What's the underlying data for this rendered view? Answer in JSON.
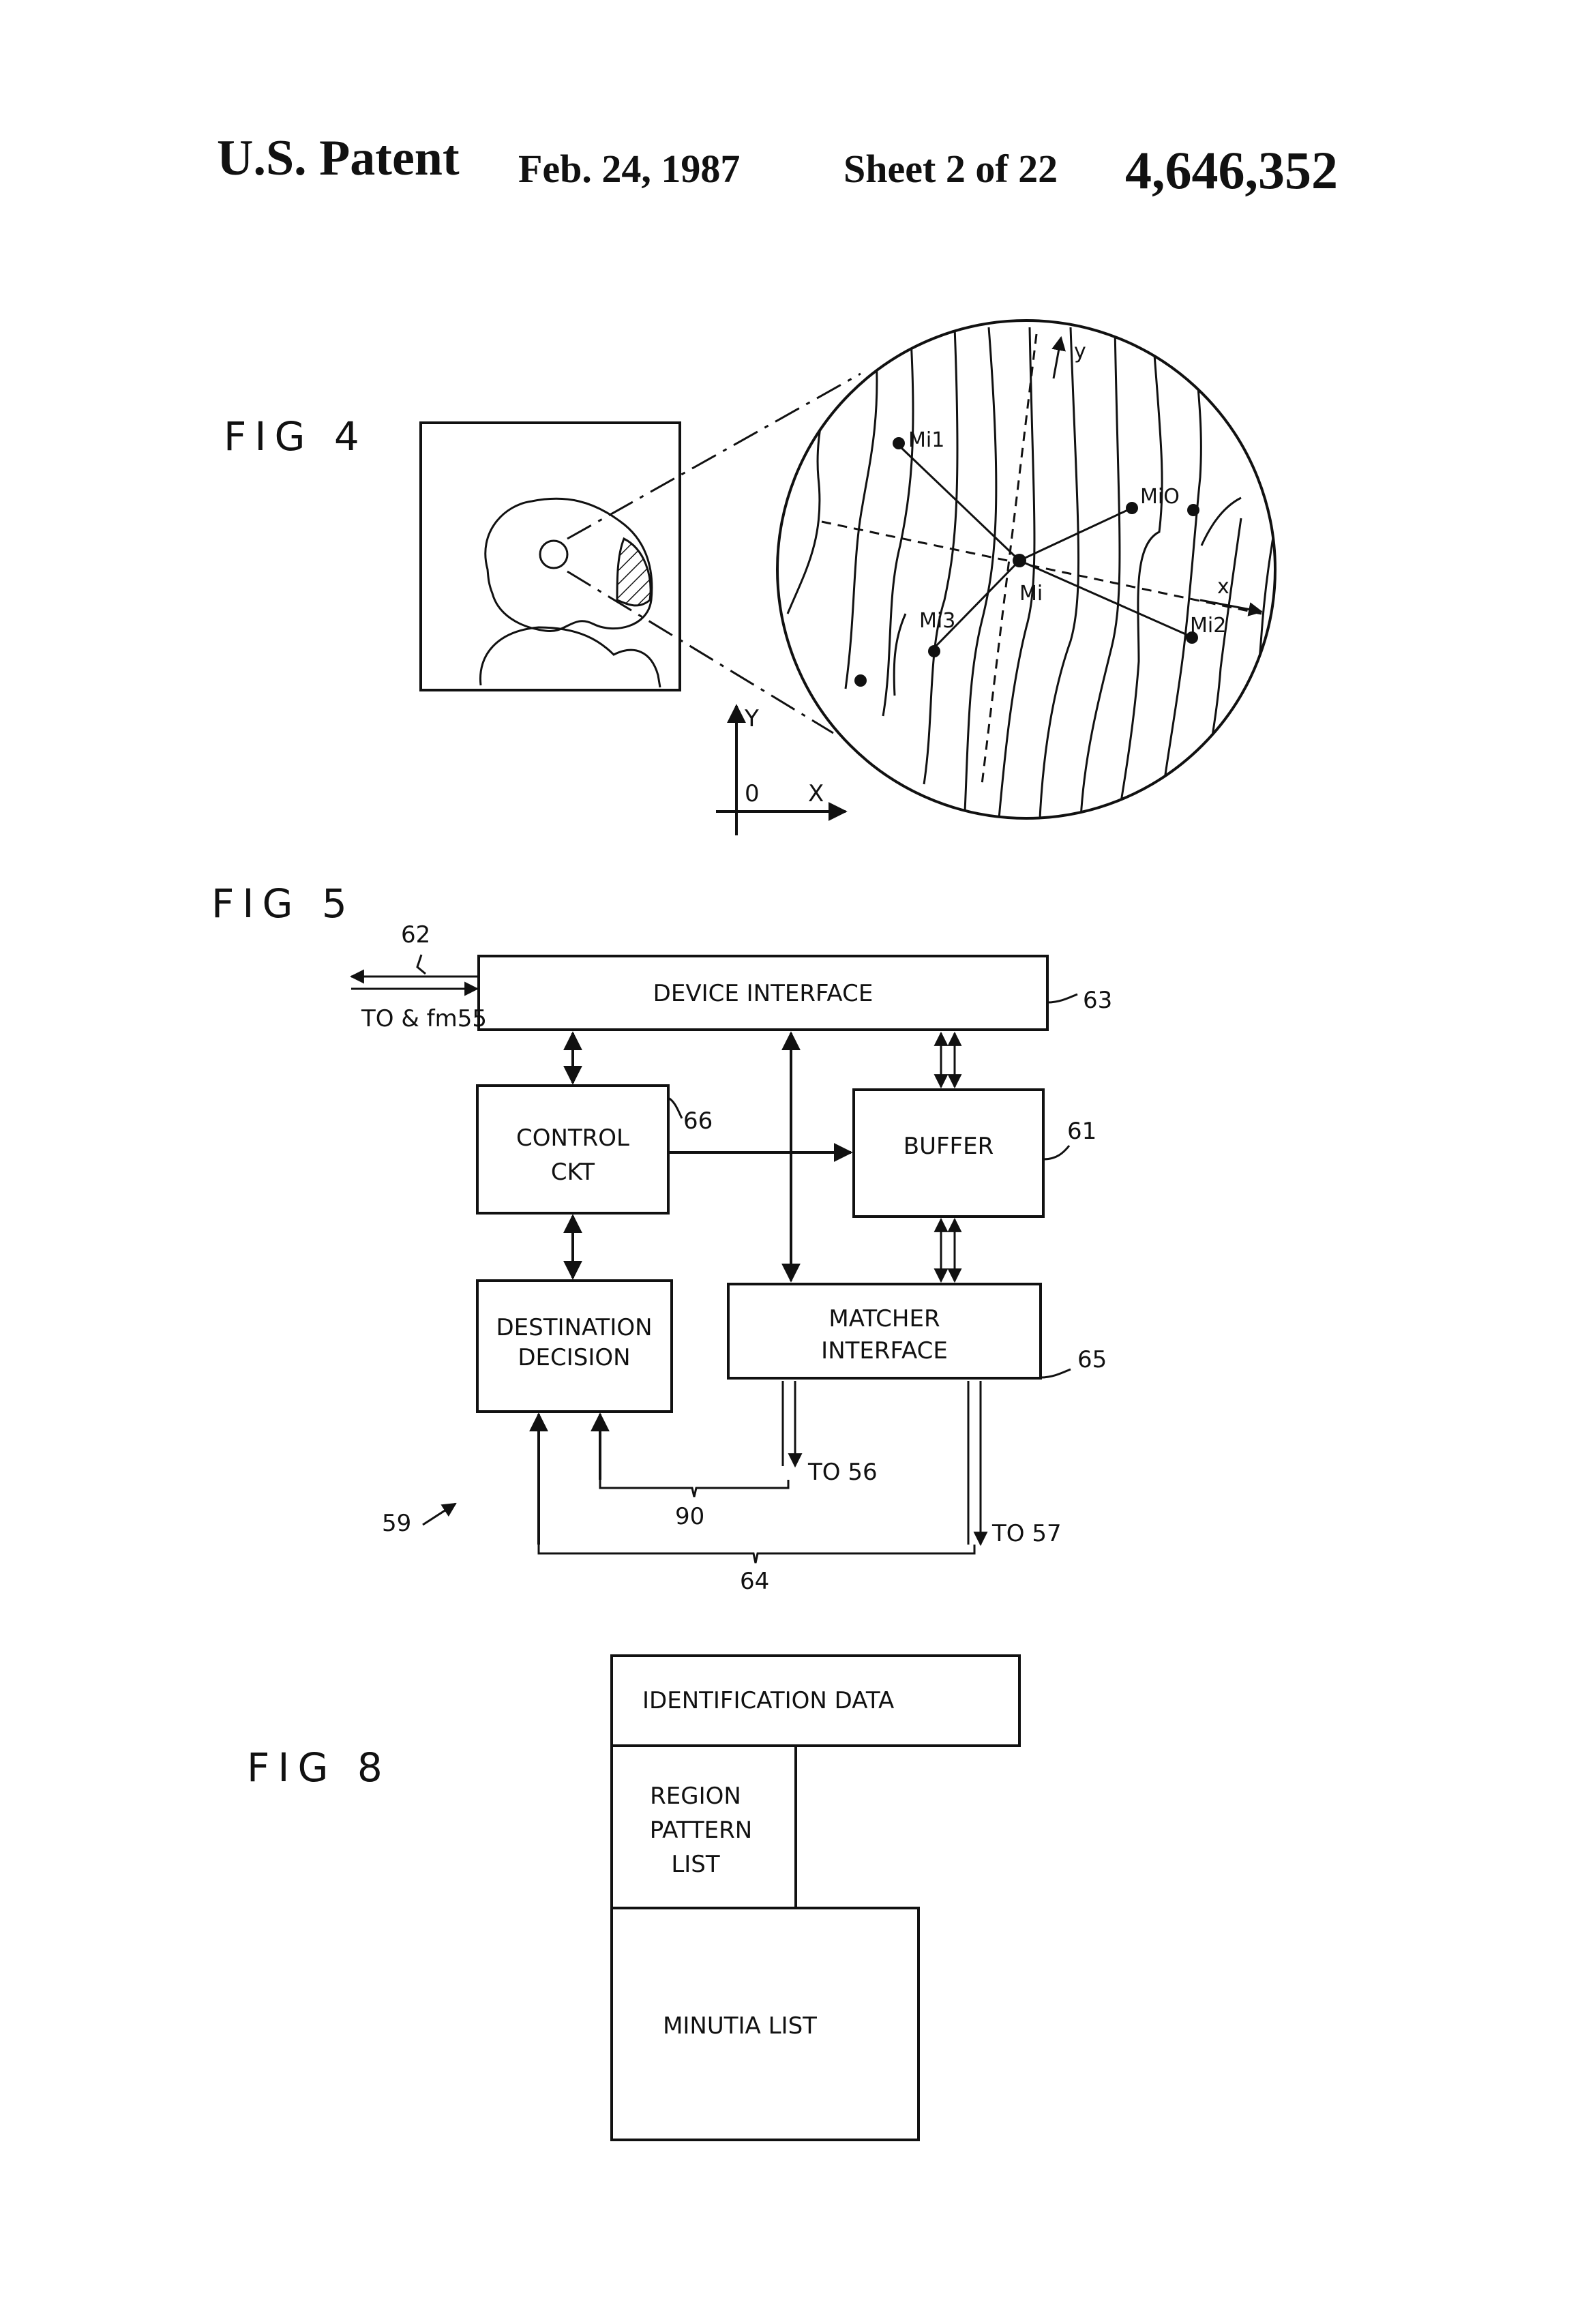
{
  "header": {
    "patent_label": "U.S. Patent",
    "date": "Feb. 24, 1987",
    "sheet": "Sheet 2 of 22",
    "number": "4,646,352"
  },
  "fig4": {
    "title": "FIG 4",
    "minutiae": [
      "Mi1",
      "MiO",
      "Mi",
      "Mi3",
      "Mi2"
    ],
    "axis_lower_y": "y",
    "axis_lower_x": "x",
    "axis_upper_y": "Y",
    "axis_upper_x": "X",
    "origin": "0"
  },
  "fig5": {
    "title": "FIG 5",
    "blocks": {
      "device_interface": "DEVICE  INTERFACE",
      "control_line1": "CONTROL",
      "control_line2": "CKT",
      "buffer": "BUFFER",
      "destination_line1": "DESTINATION",
      "destination_line2": "DECISION",
      "matcher_line1": "MATCHER",
      "matcher_line2": "INTERFACE"
    },
    "refs": {
      "r62": "62",
      "r63": "63",
      "r66": "66",
      "r61": "61",
      "r65": "65",
      "r59": "59",
      "r90": "90",
      "r64": "64"
    },
    "io": {
      "to_from": "TO & fm55",
      "to56": "TO 56",
      "to57": "TO 57"
    }
  },
  "fig8": {
    "title": "FIG 8",
    "identification": "IDENTIFICATION  DATA",
    "region_line1": "REGION",
    "region_line2": "PATTERN",
    "region_line3": "LIST",
    "minutia": "MINUTIA LIST"
  }
}
